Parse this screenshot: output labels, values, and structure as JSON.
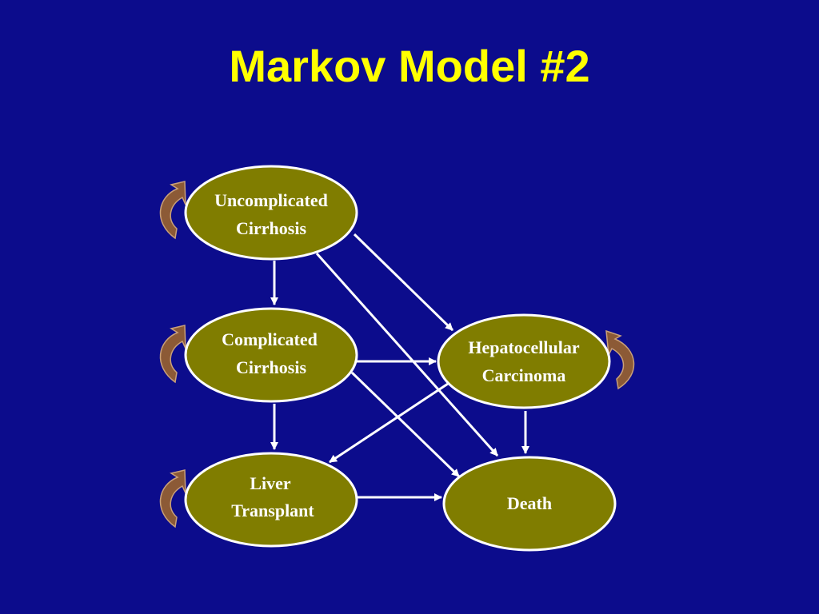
{
  "title": "Markov Model #2",
  "nodes": {
    "uncomplicated": {
      "line1": "Uncomplicated",
      "line2": "Cirrhosis"
    },
    "complicated": {
      "line1": "Complicated",
      "line2": "Cirrhosis"
    },
    "hcc": {
      "line1": "Hepatocellular",
      "line2": "Carcinoma"
    },
    "transplant": {
      "line1": "Liver",
      "line2": "Transplant"
    },
    "death": {
      "line1": "Death"
    }
  },
  "colors": {
    "background": "#0c0c8c",
    "title": "#ffff00",
    "node_fill": "#807d00",
    "node_stroke": "#ffffff",
    "edge": "#ffffff",
    "self_loop": "#8c5a36"
  }
}
